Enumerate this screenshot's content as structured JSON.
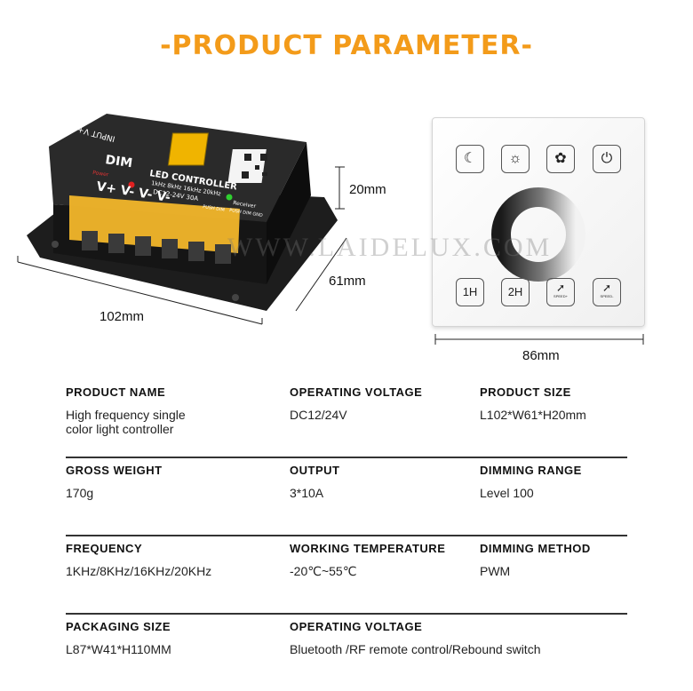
{
  "title": "-PRODUCT PARAMETER-",
  "watermark": "WWW.LAIDELUX.COM",
  "controller": {
    "brand_label": "DIM",
    "model_label": "LED CONTROLLER",
    "freq_label": "1kHz 8kHz 16kHz 20kHz",
    "voltage_label": "DC12-24V 30A",
    "input_label": "INPUT V+ V-",
    "terminal_label": "V+ V- V- V-",
    "power_label": "Power",
    "receiver_label": "Receiver",
    "push_label": "PUSH DIM",
    "push_label2": "PUSH DIM GND"
  },
  "dimensions": {
    "length": "102mm",
    "width": "61mm",
    "height": "20mm",
    "panel_width": "86mm"
  },
  "panel": {
    "top_buttons": [
      "moon-icon",
      "sun-icon",
      "aperture-icon",
      "power-icon"
    ],
    "bottom_buttons": [
      "1H",
      "2H",
      "SPEED+",
      "SPEED-"
    ]
  },
  "specs": [
    [
      {
        "label": "PRODUCT NAME",
        "value": "High frequency single color light controller"
      },
      {
        "label": "OPERATING VOLTAGE",
        "value": "DC12/24V"
      },
      {
        "label": "PRODUCT SIZE",
        "value": "L102*W61*H20mm"
      }
    ],
    [
      {
        "label": "GROSS WEIGHT",
        "value": "170g"
      },
      {
        "label": "OUTPUT",
        "value": "3*10A"
      },
      {
        "label": "DIMMING RANGE",
        "value": "Level 100"
      }
    ],
    [
      {
        "label": "FREQUENCY",
        "value": "1KHz/8KHz/16KHz/20KHz"
      },
      {
        "label": "WORKING TEMPERATURE",
        "value": "-20℃~55℃"
      },
      {
        "label": "DIMMING METHOD",
        "value": "PWM"
      }
    ],
    [
      {
        "label": "PACKAGING SIZE",
        "value": "L87*W41*H110MM"
      },
      {
        "label": "OPERATING VOLTAGE",
        "value": "Bluetooth /RF remote control/Rebound switch"
      }
    ]
  ]
}
